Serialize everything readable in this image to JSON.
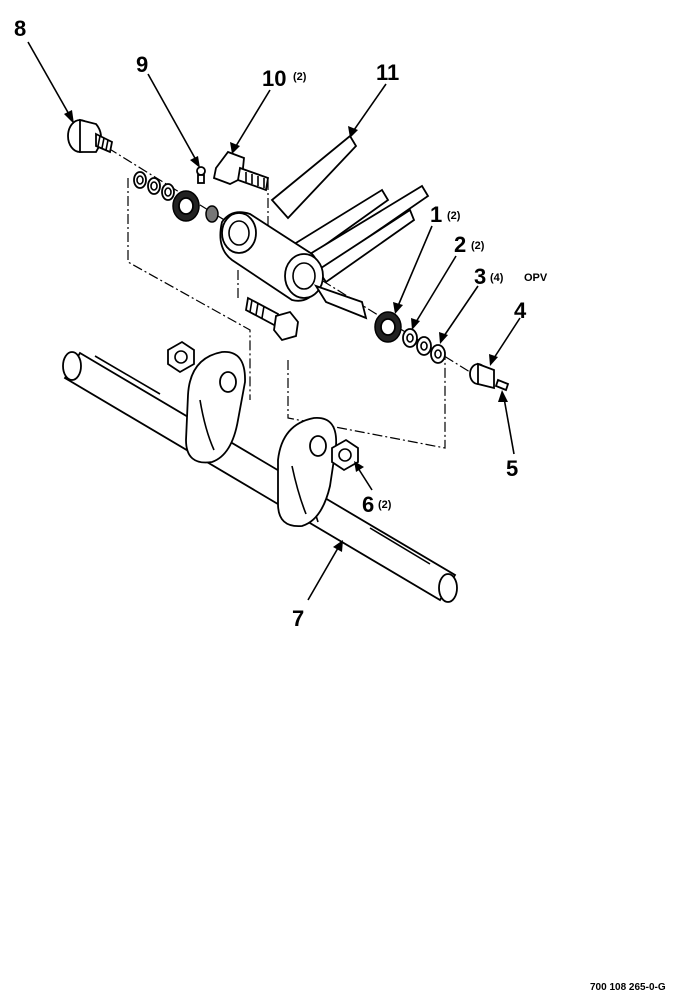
{
  "callouts": {
    "c1": {
      "num": "1",
      "qty": "(2)"
    },
    "c2": {
      "num": "2",
      "qty": "(2)"
    },
    "c3": {
      "num": "3",
      "qty": "(4)",
      "note": "OPV"
    },
    "c4": {
      "num": "4"
    },
    "c5": {
      "num": "5"
    },
    "c6": {
      "num": "6",
      "qty": "(2)"
    },
    "c7": {
      "num": "7"
    },
    "c8": {
      "num": "8"
    },
    "c9": {
      "num": "9"
    },
    "c10": {
      "num": "10",
      "qty": "(2)"
    },
    "c11": {
      "num": "11"
    }
  },
  "drawing_ref": "700 108 265-0-G"
}
